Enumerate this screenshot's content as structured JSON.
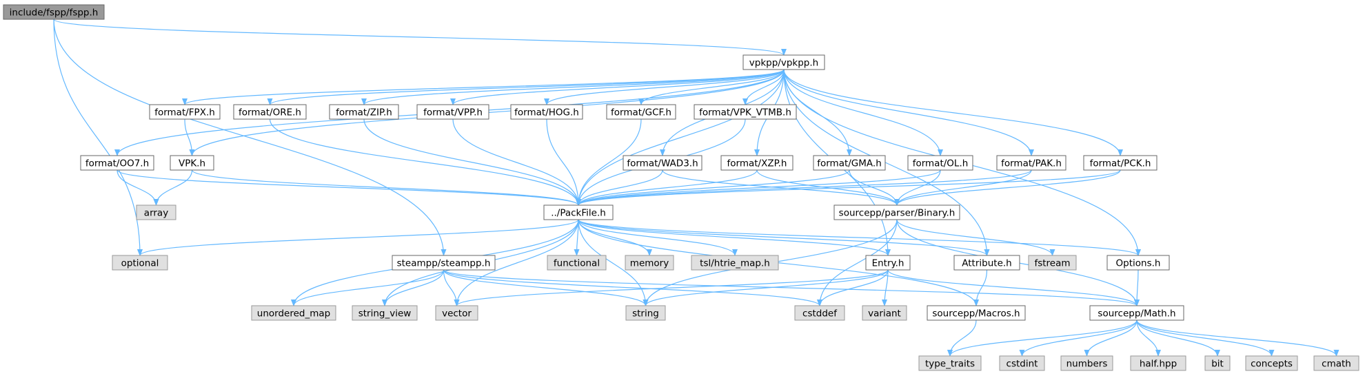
{
  "colors": {
    "edge": "#63b8ff",
    "root_fill": "#999999",
    "root_border": "#666666",
    "node_fill": "#ffffff",
    "node_border": "#666666",
    "external_fill": "#e0e0e0",
    "external_border": "#999999"
  },
  "nodes": [
    {
      "id": "root",
      "label": "include/fspp/fspp.h",
      "kind": "root"
    },
    {
      "id": "vpkpp",
      "label": "vpkpp/vpkpp.h",
      "kind": "file"
    },
    {
      "id": "fpx",
      "label": "format/FPX.h",
      "kind": "file"
    },
    {
      "id": "ore",
      "label": "format/ORE.h",
      "kind": "file"
    },
    {
      "id": "zip",
      "label": "format/ZIP.h",
      "kind": "file"
    },
    {
      "id": "vpp",
      "label": "format/VPP.h",
      "kind": "file"
    },
    {
      "id": "hog",
      "label": "format/HOG.h",
      "kind": "file"
    },
    {
      "id": "gcf",
      "label": "format/GCF.h",
      "kind": "file"
    },
    {
      "id": "vtmb",
      "label": "format/VPK_VTMB.h",
      "kind": "file"
    },
    {
      "id": "oo7",
      "label": "format/OO7.h",
      "kind": "file"
    },
    {
      "id": "vpk",
      "label": "VPK.h",
      "kind": "file"
    },
    {
      "id": "wad3",
      "label": "format/WAD3.h",
      "kind": "file"
    },
    {
      "id": "xzp",
      "label": "format/XZP.h",
      "kind": "file"
    },
    {
      "id": "gma",
      "label": "format/GMA.h",
      "kind": "file"
    },
    {
      "id": "ol",
      "label": "format/OL.h",
      "kind": "file"
    },
    {
      "id": "pak",
      "label": "format/PAK.h",
      "kind": "file"
    },
    {
      "id": "pck",
      "label": "format/PCK.h",
      "kind": "file"
    },
    {
      "id": "array",
      "label": "array",
      "kind": "external"
    },
    {
      "id": "packfile",
      "label": "../PackFile.h",
      "kind": "file"
    },
    {
      "id": "binary",
      "label": "sourcepp/parser/Binary.h",
      "kind": "file"
    },
    {
      "id": "optional",
      "label": "optional",
      "kind": "external"
    },
    {
      "id": "steampp",
      "label": "steampp/steampp.h",
      "kind": "file"
    },
    {
      "id": "functional",
      "label": "functional",
      "kind": "external"
    },
    {
      "id": "memory",
      "label": "memory",
      "kind": "external"
    },
    {
      "id": "htrie",
      "label": "tsl/htrie_map.h",
      "kind": "external"
    },
    {
      "id": "entry",
      "label": "Entry.h",
      "kind": "file"
    },
    {
      "id": "attribute",
      "label": "Attribute.h",
      "kind": "file"
    },
    {
      "id": "fstream",
      "label": "fstream",
      "kind": "external"
    },
    {
      "id": "options",
      "label": "Options.h",
      "kind": "file"
    },
    {
      "id": "unordered_map",
      "label": "unordered_map",
      "kind": "external"
    },
    {
      "id": "string_view",
      "label": "string_view",
      "kind": "external"
    },
    {
      "id": "vector",
      "label": "vector",
      "kind": "external"
    },
    {
      "id": "string",
      "label": "string",
      "kind": "external"
    },
    {
      "id": "cstddef",
      "label": "cstddef",
      "kind": "external"
    },
    {
      "id": "variant",
      "label": "variant",
      "kind": "external"
    },
    {
      "id": "macros",
      "label": "sourcepp/Macros.h",
      "kind": "file"
    },
    {
      "id": "math",
      "label": "sourcepp/Math.h",
      "kind": "file"
    },
    {
      "id": "type_traits",
      "label": "type_traits",
      "kind": "external"
    },
    {
      "id": "cstdint",
      "label": "cstdint",
      "kind": "external"
    },
    {
      "id": "numbers",
      "label": "numbers",
      "kind": "external"
    },
    {
      "id": "half",
      "label": "half.hpp",
      "kind": "external"
    },
    {
      "id": "bit",
      "label": "bit",
      "kind": "external"
    },
    {
      "id": "concepts",
      "label": "concepts",
      "kind": "external"
    },
    {
      "id": "cmath",
      "label": "cmath",
      "kind": "external"
    }
  ],
  "edges": [
    [
      "root",
      "vpkpp"
    ],
    [
      "root",
      "optional"
    ],
    [
      "root",
      "steampp"
    ],
    [
      "vpkpp",
      "fpx"
    ],
    [
      "vpkpp",
      "ore"
    ],
    [
      "vpkpp",
      "zip"
    ],
    [
      "vpkpp",
      "vpp"
    ],
    [
      "vpkpp",
      "hog"
    ],
    [
      "vpkpp",
      "gcf"
    ],
    [
      "vpkpp",
      "vtmb"
    ],
    [
      "vpkpp",
      "oo7"
    ],
    [
      "vpkpp",
      "vpk"
    ],
    [
      "vpkpp",
      "wad3"
    ],
    [
      "vpkpp",
      "xzp"
    ],
    [
      "vpkpp",
      "gma"
    ],
    [
      "vpkpp",
      "ol"
    ],
    [
      "vpkpp",
      "pak"
    ],
    [
      "vpkpp",
      "pck"
    ],
    [
      "vpkpp",
      "packfile"
    ],
    [
      "vpkpp",
      "entry"
    ],
    [
      "vpkpp",
      "attribute"
    ],
    [
      "vpkpp",
      "options"
    ],
    [
      "fpx",
      "vpk"
    ],
    [
      "ore",
      "packfile"
    ],
    [
      "zip",
      "packfile"
    ],
    [
      "vpp",
      "packfile"
    ],
    [
      "hog",
      "packfile"
    ],
    [
      "gcf",
      "packfile"
    ],
    [
      "vtmb",
      "packfile"
    ],
    [
      "oo7",
      "array"
    ],
    [
      "oo7",
      "packfile"
    ],
    [
      "vpk",
      "array"
    ],
    [
      "vpk",
      "packfile"
    ],
    [
      "wad3",
      "packfile"
    ],
    [
      "wad3",
      "binary"
    ],
    [
      "xzp",
      "packfile"
    ],
    [
      "xzp",
      "binary"
    ],
    [
      "gma",
      "packfile"
    ],
    [
      "gma",
      "binary"
    ],
    [
      "ol",
      "packfile"
    ],
    [
      "ol",
      "binary"
    ],
    [
      "pak",
      "packfile"
    ],
    [
      "pak",
      "binary"
    ],
    [
      "pck",
      "packfile"
    ],
    [
      "pck",
      "binary"
    ],
    [
      "packfile",
      "optional"
    ],
    [
      "packfile",
      "functional"
    ],
    [
      "packfile",
      "memory"
    ],
    [
      "packfile",
      "htrie"
    ],
    [
      "packfile",
      "entry"
    ],
    [
      "packfile",
      "attribute"
    ],
    [
      "packfile",
      "options"
    ],
    [
      "packfile",
      "unordered_map"
    ],
    [
      "packfile",
      "string_view"
    ],
    [
      "packfile",
      "vector"
    ],
    [
      "packfile",
      "string"
    ],
    [
      "packfile",
      "macros"
    ],
    [
      "binary",
      "fstream"
    ],
    [
      "binary",
      "string"
    ],
    [
      "binary",
      "cstddef"
    ],
    [
      "binary",
      "math"
    ],
    [
      "steampp",
      "unordered_map"
    ],
    [
      "steampp",
      "string_view"
    ],
    [
      "steampp",
      "vector"
    ],
    [
      "steampp",
      "string"
    ],
    [
      "steampp",
      "cstddef"
    ],
    [
      "steampp",
      "math"
    ],
    [
      "entry",
      "vector"
    ],
    [
      "entry",
      "string"
    ],
    [
      "entry",
      "cstddef"
    ],
    [
      "entry",
      "variant"
    ],
    [
      "entry",
      "math"
    ],
    [
      "attribute",
      "macros"
    ],
    [
      "options",
      "math"
    ],
    [
      "macros",
      "type_traits"
    ],
    [
      "math",
      "type_traits"
    ],
    [
      "math",
      "cstdint"
    ],
    [
      "math",
      "numbers"
    ],
    [
      "math",
      "half"
    ],
    [
      "math",
      "bit"
    ],
    [
      "math",
      "concepts"
    ],
    [
      "math",
      "cmath"
    ]
  ]
}
